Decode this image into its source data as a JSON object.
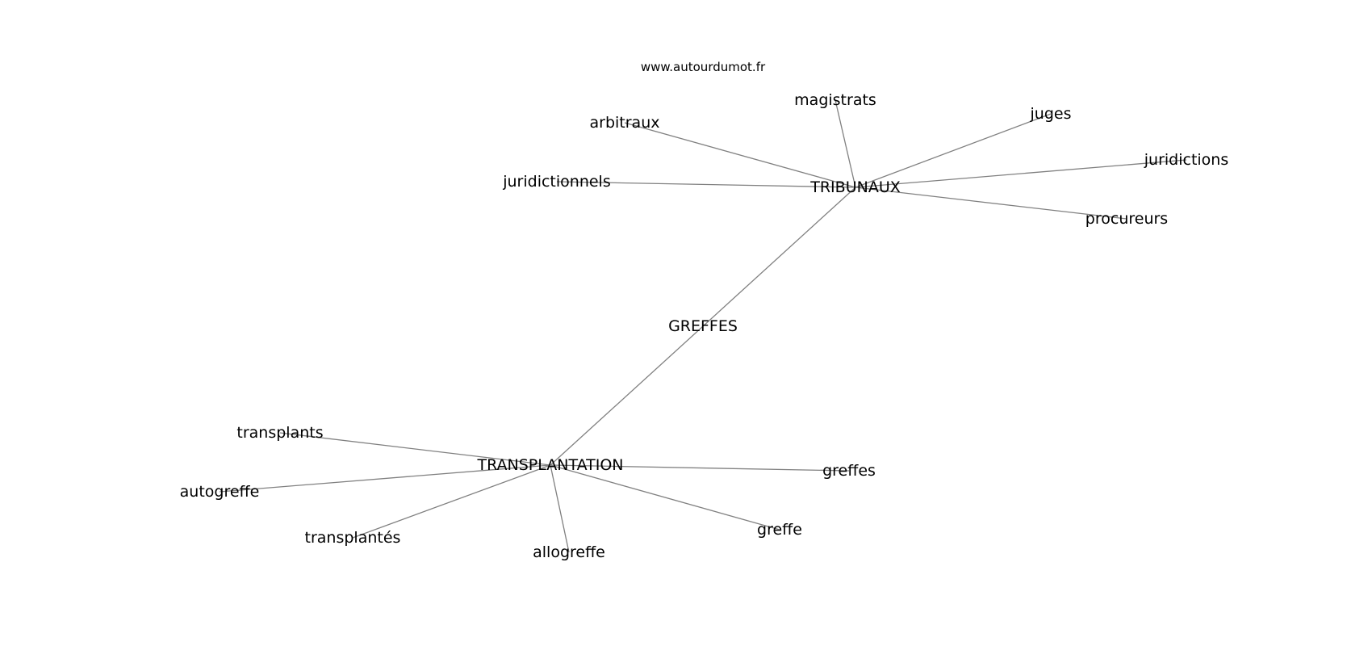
{
  "source": "www.autourdumot.fr",
  "colors": {
    "edge": "#808080",
    "text": "#000000",
    "background": "#ffffff"
  },
  "nodes": [
    {
      "id": "greffes_center",
      "label": "GREFFES"
    },
    {
      "id": "tribunaux",
      "label": "TRIBUNAUX"
    },
    {
      "id": "transplantation",
      "label": "TRANSPLANTATION"
    },
    {
      "id": "magistrats",
      "label": "magistrats"
    },
    {
      "id": "arbitraux",
      "label": "arbitraux"
    },
    {
      "id": "juges",
      "label": "juges"
    },
    {
      "id": "juridictions",
      "label": "juridictions"
    },
    {
      "id": "juridictionnels",
      "label": "juridictionnels"
    },
    {
      "id": "procureurs",
      "label": "procureurs"
    },
    {
      "id": "transplants",
      "label": "transplants"
    },
    {
      "id": "autogreffe",
      "label": "autogreffe"
    },
    {
      "id": "transplantes",
      "label": "transplantés"
    },
    {
      "id": "allogreffe",
      "label": "allogreffe"
    },
    {
      "id": "greffe",
      "label": "greffe"
    },
    {
      "id": "greffes",
      "label": "greffes"
    }
  ],
  "edges": [
    [
      "tribunaux",
      "transplantation"
    ],
    [
      "tribunaux",
      "magistrats"
    ],
    [
      "tribunaux",
      "arbitraux"
    ],
    [
      "tribunaux",
      "juges"
    ],
    [
      "tribunaux",
      "juridictions"
    ],
    [
      "tribunaux",
      "juridictionnels"
    ],
    [
      "tribunaux",
      "procureurs"
    ],
    [
      "transplantation",
      "transplants"
    ],
    [
      "transplantation",
      "autogreffe"
    ],
    [
      "transplantation",
      "transplantes"
    ],
    [
      "transplantation",
      "allogreffe"
    ],
    [
      "transplantation",
      "greffe"
    ],
    [
      "transplantation",
      "greffes"
    ]
  ]
}
